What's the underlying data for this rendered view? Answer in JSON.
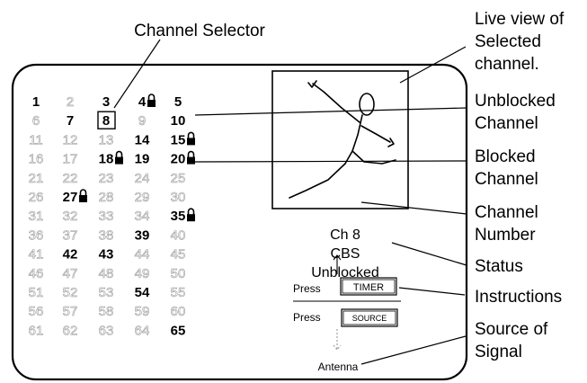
{
  "callouts": {
    "channel_selector": "Channel Selector",
    "live_view": [
      "Live view of",
      "Selected",
      "channel."
    ],
    "unblocked_channel": [
      "Unblocked",
      "Channel"
    ],
    "blocked_channel": [
      "Blocked",
      "Channel"
    ],
    "channel_number": [
      "Channel",
      "Number"
    ],
    "status": "Status",
    "instructions": "Instructions",
    "source_of_signal": [
      "Source of",
      "Signal"
    ]
  },
  "grid": {
    "rows": [
      [
        {
          "n": "1",
          "s": "on"
        },
        {
          "n": "2",
          "s": "off"
        },
        {
          "n": "3",
          "s": "on"
        },
        {
          "n": "4",
          "s": "blocked"
        },
        {
          "n": "5",
          "s": "on"
        }
      ],
      [
        {
          "n": "6",
          "s": "off"
        },
        {
          "n": "7",
          "s": "on"
        },
        {
          "n": "8",
          "s": "selected"
        },
        {
          "n": "9",
          "s": "off"
        },
        {
          "n": "10",
          "s": "on"
        }
      ],
      [
        {
          "n": "11",
          "s": "off"
        },
        {
          "n": "12",
          "s": "off"
        },
        {
          "n": "13",
          "s": "off"
        },
        {
          "n": "14",
          "s": "on"
        },
        {
          "n": "15",
          "s": "blocked"
        }
      ],
      [
        {
          "n": "16",
          "s": "off"
        },
        {
          "n": "17",
          "s": "off"
        },
        {
          "n": "18",
          "s": "blocked"
        },
        {
          "n": "19",
          "s": "on"
        },
        {
          "n": "20",
          "s": "blocked"
        }
      ],
      [
        {
          "n": "21",
          "s": "off"
        },
        {
          "n": "22",
          "s": "off"
        },
        {
          "n": "23",
          "s": "off"
        },
        {
          "n": "24",
          "s": "off"
        },
        {
          "n": "25",
          "s": "off"
        }
      ],
      [
        {
          "n": "26",
          "s": "off"
        },
        {
          "n": "27",
          "s": "blocked"
        },
        {
          "n": "28",
          "s": "off"
        },
        {
          "n": "29",
          "s": "off"
        },
        {
          "n": "30",
          "s": "off"
        }
      ],
      [
        {
          "n": "31",
          "s": "off"
        },
        {
          "n": "32",
          "s": "off"
        },
        {
          "n": "33",
          "s": "off"
        },
        {
          "n": "34",
          "s": "off"
        },
        {
          "n": "35",
          "s": "blocked"
        }
      ],
      [
        {
          "n": "36",
          "s": "off"
        },
        {
          "n": "37",
          "s": "off"
        },
        {
          "n": "38",
          "s": "off"
        },
        {
          "n": "39",
          "s": "on"
        },
        {
          "n": "40",
          "s": "off"
        }
      ],
      [
        {
          "n": "41",
          "s": "off"
        },
        {
          "n": "42",
          "s": "on"
        },
        {
          "n": "43",
          "s": "on"
        },
        {
          "n": "44",
          "s": "off"
        },
        {
          "n": "45",
          "s": "off"
        }
      ],
      [
        {
          "n": "46",
          "s": "off"
        },
        {
          "n": "47",
          "s": "off"
        },
        {
          "n": "48",
          "s": "off"
        },
        {
          "n": "49",
          "s": "off"
        },
        {
          "n": "50",
          "s": "off"
        }
      ],
      [
        {
          "n": "51",
          "s": "off"
        },
        {
          "n": "52",
          "s": "off"
        },
        {
          "n": "53",
          "s": "off"
        },
        {
          "n": "54",
          "s": "on"
        },
        {
          "n": "55",
          "s": "off"
        }
      ],
      [
        {
          "n": "56",
          "s": "off"
        },
        {
          "n": "57",
          "s": "off"
        },
        {
          "n": "58",
          "s": "off"
        },
        {
          "n": "59",
          "s": "off"
        },
        {
          "n": "60",
          "s": "off"
        }
      ],
      [
        {
          "n": "61",
          "s": "off"
        },
        {
          "n": "62",
          "s": "off"
        },
        {
          "n": "63",
          "s": "off"
        },
        {
          "n": "64",
          "s": "off"
        },
        {
          "n": "65",
          "s": "on"
        }
      ]
    ]
  },
  "panel": {
    "channel": "Ch 8",
    "network": "CBS",
    "status": "Unblocked",
    "press1": "Press",
    "button1": "TIMER",
    "press2": "Press",
    "button2": "SOURCE",
    "source": "Antenna"
  },
  "icons": {
    "lock": "padlock-icon",
    "live_image": "figure-skater-icon",
    "up_arrow": "arrow-up-icon",
    "down_arrow": "arrow-down-icon"
  }
}
